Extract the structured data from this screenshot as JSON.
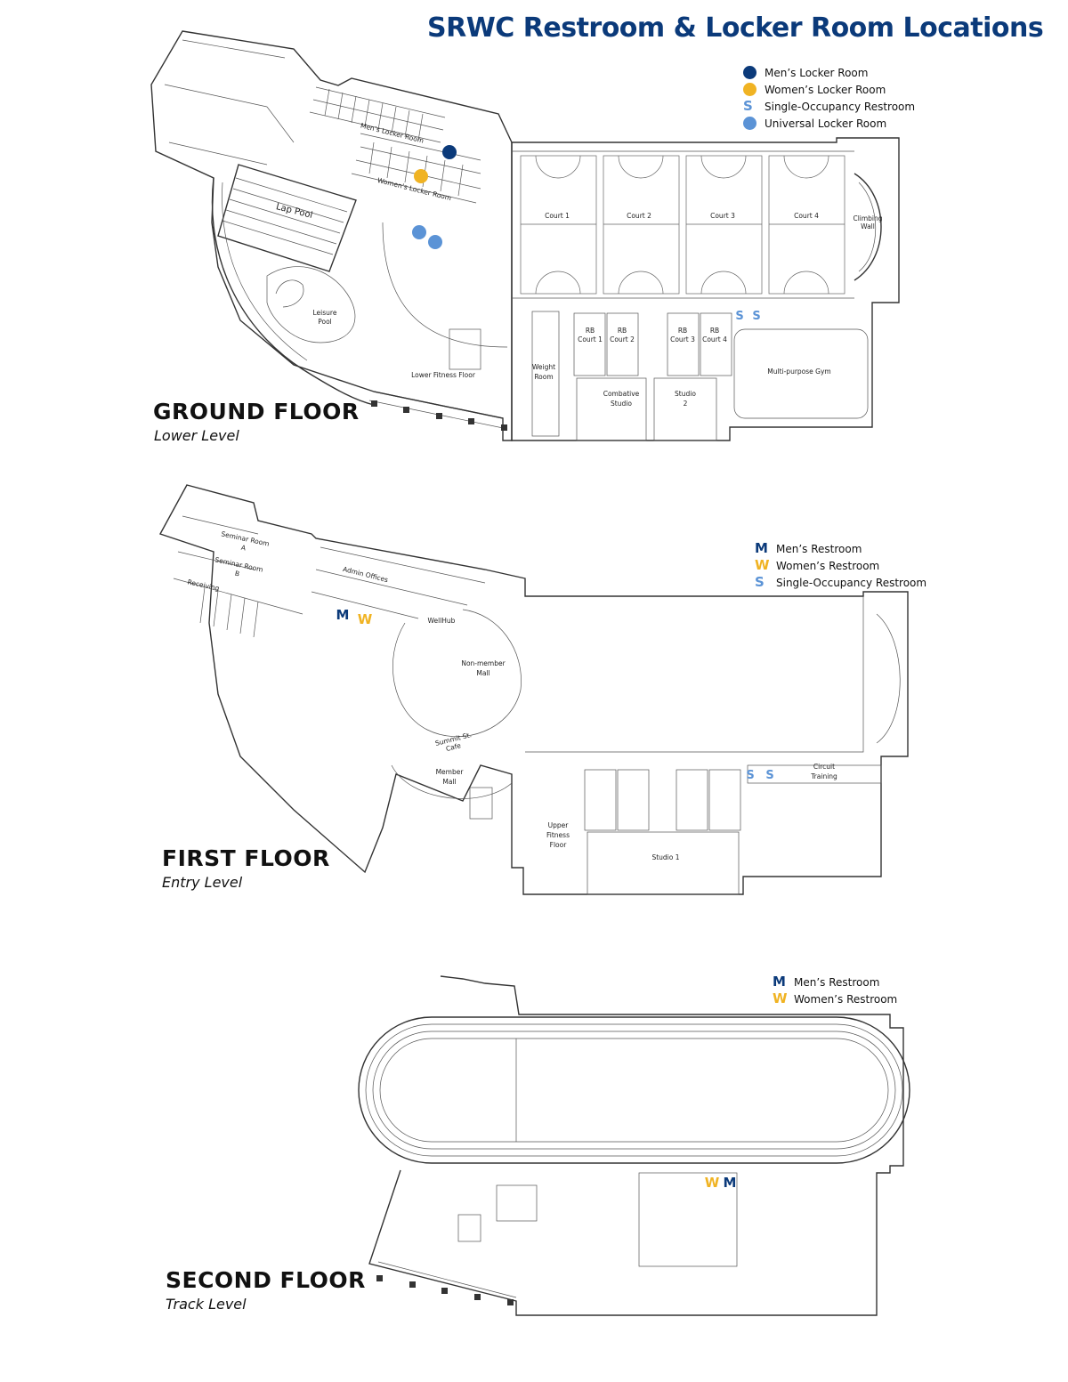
{
  "title": "SRWC Restroom & Locker Room Locations",
  "colors": {
    "navy": "#0b3a7a",
    "gold": "#f0b323",
    "light_blue": "#5b93d6"
  },
  "ground_floor": {
    "name": "GROUND FLOOR",
    "sub": "Lower Level",
    "legend": [
      {
        "label": "Men’s Locker Room",
        "symbol": "dot",
        "color": "#0b3a7a"
      },
      {
        "label": "Women’s Locker Room",
        "symbol": "dot",
        "color": "#f0b323"
      },
      {
        "label": "Single-Occupancy Restroom",
        "symbol": "S",
        "color": "#5b93d6"
      },
      {
        "label": "Universal Locker Room",
        "symbol": "dot",
        "color": "#5b93d6"
      }
    ],
    "rooms": {
      "mens_locker": "Men’s Locker Room",
      "womens_locker": "Women’s Locker Room",
      "lap_pool": "Lap Pool",
      "leisure_pool_1": "Leisure",
      "leisure_pool_2": "Pool",
      "lower_fitness": "Lower Fitness Floor",
      "weight_room_1": "Weight",
      "weight_room_2": "Room",
      "court1": "Court 1",
      "court2": "Court 2",
      "court3": "Court 3",
      "court4": "Court 4",
      "climbing_1": "Climbing",
      "climbing_2": "Wall",
      "rb1_a": "RB",
      "rb1_b": "Court 1",
      "rb2_a": "RB",
      "rb2_b": "Court 2",
      "rb3_a": "RB",
      "rb3_b": "Court 3",
      "rb4_a": "RB",
      "rb4_b": "Court 4",
      "combative_1": "Combative",
      "combative_2": "Studio",
      "studio2_1": "Studio",
      "studio2_2": "2",
      "multipurpose": "Multi-purpose Gym"
    },
    "markers": {
      "s": "S"
    }
  },
  "first_floor": {
    "name": "FIRST FLOOR",
    "sub": "Entry Level",
    "legend": [
      {
        "label": "Men’s Restroom",
        "symbol": "M",
        "color": "#0b3a7a"
      },
      {
        "label": "Women’s Restroom",
        "symbol": "W",
        "color": "#f0b323"
      },
      {
        "label": "Single-Occupancy Restroom",
        "symbol": "S",
        "color": "#5b93d6"
      }
    ],
    "rooms": {
      "seminar_a_1": "Seminar Room",
      "seminar_a_2": "A",
      "seminar_b_1": "Seminar Room",
      "seminar_b_2": "B",
      "receiving": "Receiving",
      "admin": "Admin Offices",
      "wellhub": "WellHub",
      "nonmember_1": "Non-member",
      "nonmember_2": "Mall",
      "summit_1": "Summit St.",
      "summit_2": "Cafe",
      "member_1": "Member",
      "member_2": "Mall",
      "upper_fitness_1": "Upper",
      "upper_fitness_2": "Fitness",
      "upper_fitness_3": "Floor",
      "studio1": "Studio 1",
      "circuit_1": "Circuit",
      "circuit_2": "Training"
    },
    "markers": {
      "m": "M",
      "w": "W",
      "s": "S"
    }
  },
  "second_floor": {
    "name": "SECOND FLOOR",
    "sub": "Track Level",
    "legend": [
      {
        "label": "Men’s Restroom",
        "symbol": "M",
        "color": "#0b3a7a"
      },
      {
        "label": "Women’s Restroom",
        "symbol": "W",
        "color": "#f0b323"
      }
    ],
    "markers": {
      "m": "M",
      "w": "W"
    }
  }
}
